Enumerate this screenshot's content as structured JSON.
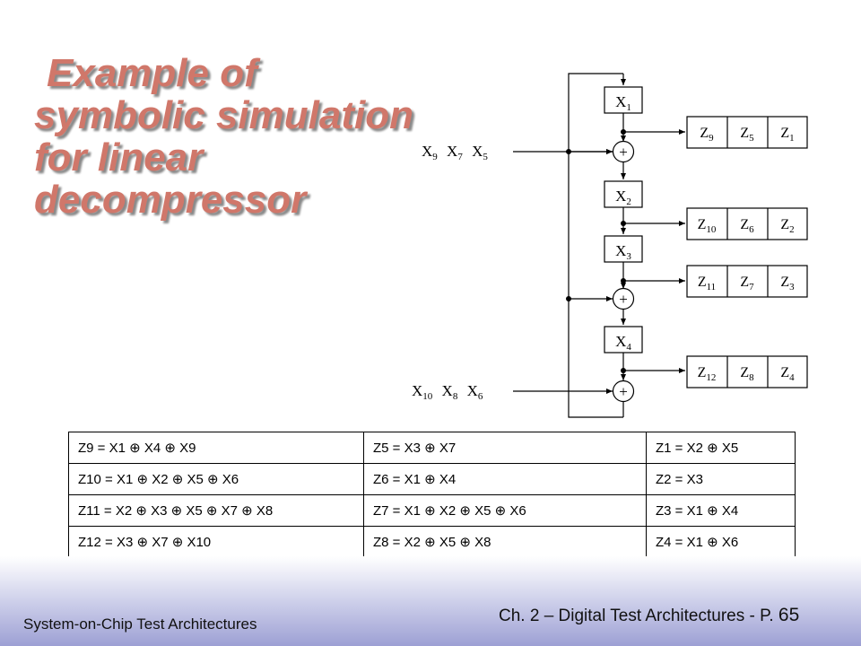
{
  "title": {
    "lines": [
      "Example of",
      "symbolic simulation",
      "for linear",
      "decompressor"
    ]
  },
  "diagram": {
    "registers": [
      {
        "base": "X",
        "sub": "1"
      },
      {
        "base": "X",
        "sub": "2"
      },
      {
        "base": "X",
        "sub": "3"
      },
      {
        "base": "X",
        "sub": "4"
      }
    ],
    "xor_symbol": "+",
    "inputs": [
      [
        {
          "base": "X",
          "sub": "9"
        },
        {
          "base": "X",
          "sub": "7"
        },
        {
          "base": "X",
          "sub": "5"
        }
      ],
      [
        {
          "base": "X",
          "sub": "10"
        },
        {
          "base": "X",
          "sub": "8"
        },
        {
          "base": "X",
          "sub": "6"
        }
      ]
    ],
    "output_chains": [
      [
        {
          "base": "Z",
          "sub": "9"
        },
        {
          "base": "Z",
          "sub": "5"
        },
        {
          "base": "Z",
          "sub": "1"
        }
      ],
      [
        {
          "base": "Z",
          "sub": "10"
        },
        {
          "base": "Z",
          "sub": "6"
        },
        {
          "base": "Z",
          "sub": "2"
        }
      ],
      [
        {
          "base": "Z",
          "sub": "11"
        },
        {
          "base": "Z",
          "sub": "7"
        },
        {
          "base": "Z",
          "sub": "3"
        }
      ],
      [
        {
          "base": "Z",
          "sub": "12"
        },
        {
          "base": "Z",
          "sub": "8"
        },
        {
          "base": "Z",
          "sub": "4"
        }
      ]
    ]
  },
  "equations": [
    [
      "Z9  = X1 ⊕ X4 ⊕ X9",
      "Z5  = X3 ⊕ X7",
      "Z1  = X2 ⊕ X5"
    ],
    [
      "Z10 = X1 ⊕ X2 ⊕ X5 ⊕ X6",
      "Z6  = X1 ⊕ X4",
      "Z2  = X3"
    ],
    [
      "Z11 = X2 ⊕ X3 ⊕ X5 ⊕ X7 ⊕ X8",
      "Z7  = X1 ⊕ X2 ⊕ X5 ⊕ X6",
      "Z3  = X1 ⊕ X4"
    ],
    [
      "Z12 = X3 ⊕ X7 ⊕ X10",
      "Z8  = X2 ⊕ X5 ⊕ X8",
      "Z4  = X1 ⊕ X6"
    ]
  ],
  "footer": {
    "left": "System-on-Chip Test Architectures",
    "right": "Ch. 2 – Digital Test Architectures - P.",
    "page": "65"
  },
  "colors": {
    "title": "#d0776a",
    "title_shadow": "#8a8a8a",
    "footer_band": "#9da0d4"
  }
}
